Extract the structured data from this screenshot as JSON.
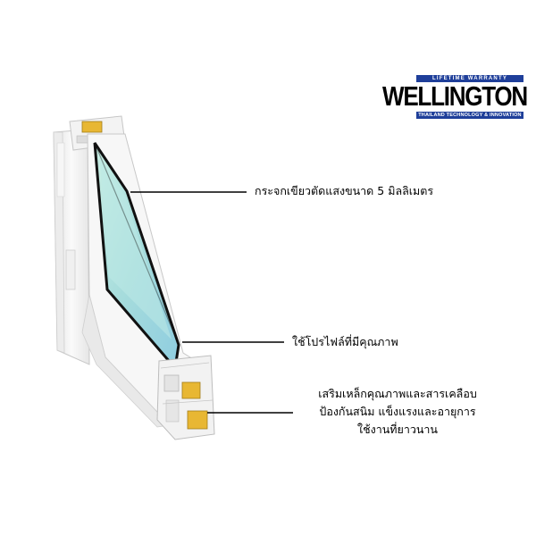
{
  "logo": {
    "top_band": "LIFETIME WARRANTY",
    "wordmark": "WELLINGTON",
    "bottom_band": "THAILAND TECHNOLOGY & INNOVATION"
  },
  "callouts": [
    {
      "lines": [
        "กระจกเขียวตัดแสงขนาด 5 มิลลิเมตร"
      ]
    },
    {
      "lines": [
        "ใช้โปรไฟล์ที่มีคุณภาพ"
      ]
    },
    {
      "lines": [
        "เสริมเหล็กคุณภาพและสารเคลือบ",
        "ป้องกันสนิม แข็งแรงและอายุการ",
        "ใช้งานที่ยาวนาน"
      ]
    }
  ],
  "colors": {
    "brand_blue": "#1f3f9a",
    "glass_tint": "#a9dfe0",
    "profile_white": "#f4f4f4",
    "steel_reinforcement": "#e8b733"
  }
}
